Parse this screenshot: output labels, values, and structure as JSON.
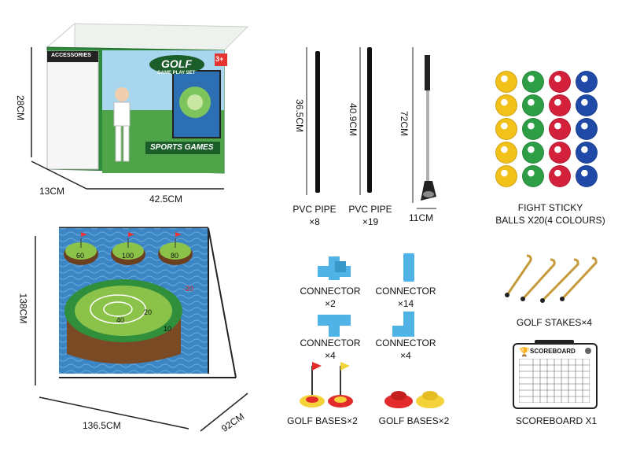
{
  "box": {
    "brand_title": "GOLF",
    "brand_sub": "GAME PLAY SET",
    "sports_games": "SPORTS GAMES",
    "accessories": "ACCESSORIES",
    "age": "3+",
    "dim_height": "28CM",
    "dim_depth": "13CM",
    "dim_width": "42.5CM"
  },
  "net": {
    "dim_height": "138CM",
    "dim_width": "136.5CM",
    "dim_depth": "92CM",
    "targets": [
      {
        "score": "60"
      },
      {
        "score": "100"
      },
      {
        "score": "80"
      }
    ],
    "main_scores": [
      "40",
      "20",
      "10"
    ],
    "minus": "-20"
  },
  "pipes": [
    {
      "length": "36.5CM",
      "label_line1": "PVC PIPE",
      "label_line2": "×8"
    },
    {
      "length": "40.9CM",
      "label_line1": "PVC PIPE",
      "label_line2": "×19"
    }
  ],
  "club": {
    "length": "72CM",
    "head": "11CM"
  },
  "balls": {
    "label_line1": "FIGHT STICKY",
    "label_line2": "BALLS X20(4 COLOURS)",
    "colors": [
      "#f2c21b",
      "#2e9e46",
      "#d4213b",
      "#1f4aa8"
    ]
  },
  "connectors": [
    {
      "label": "CONNECTOR",
      "qty": "×2"
    },
    {
      "label": "CONNECTOR",
      "qty": "×14"
    },
    {
      "label": "CONNECTOR",
      "qty": "×4"
    },
    {
      "label": "CONNECTOR",
      "qty": "×4"
    }
  ],
  "stakes": {
    "label": "GOLF STAKES×4"
  },
  "bases": [
    {
      "label": "GOLF BASES×2"
    },
    {
      "label": "GOLF BASES×2"
    }
  ],
  "scoreboard": {
    "title": "SCOREBOARD",
    "label": "SCOREBOARD X1"
  },
  "colors": {
    "connector": "#4fb3e6",
    "green": "#2f8f3a",
    "water": "#3d86c6"
  }
}
